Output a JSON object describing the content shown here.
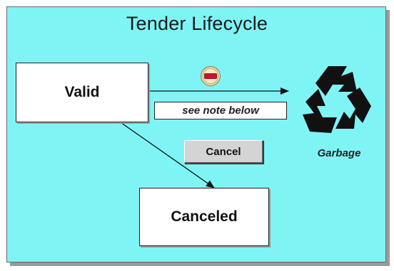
{
  "diagram": {
    "title": "Tender Lifecycle",
    "states": {
      "valid": "Valid",
      "canceled": "Canceled"
    },
    "transitions": {
      "note": "see note below",
      "cancel_label": "Cancel"
    },
    "garbage": {
      "label": "Garbage",
      "icon": "recycle-icon"
    },
    "stop_icon": "stop-icon",
    "colors": {
      "background": "#7ff4f5",
      "state_fill": "#ffffff",
      "button_fill": "#d4d4d4",
      "stop_red": "#d0102a",
      "stop_ring": "#e9d9a4"
    }
  }
}
